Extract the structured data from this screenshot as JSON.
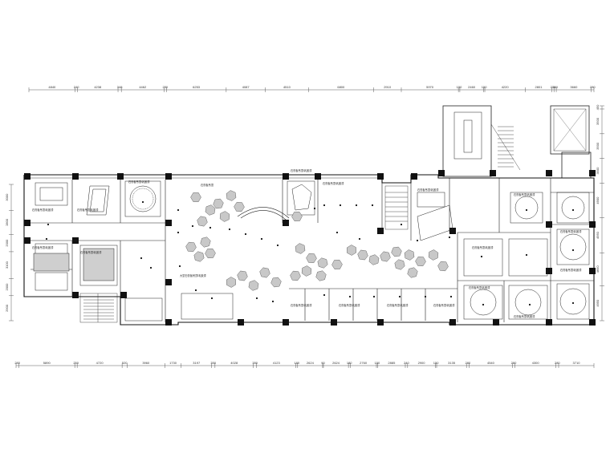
{
  "dimensions": {
    "top": [
      "4840",
      "240",
      "4238",
      "348",
      "4462",
      "250",
      "6253",
      "4087",
      "4510",
      "6800",
      "2910",
      "5970",
      "150",
      "2460",
      "150",
      "4220",
      "2801",
      "210",
      "240",
      "3660",
      "280"
    ],
    "bottom": [
      "280",
      "5890",
      "250",
      "4720",
      "520",
      "3960",
      "1730",
      "3197",
      "350",
      "4028",
      "350",
      "4123",
      "180",
      "2624",
      "90",
      "2624",
      "180",
      "2760",
      "150",
      "2885",
      "240",
      "2900",
      "150",
      "3135",
      "280",
      "4540",
      "280",
      "4300",
      "280",
      "3710"
    ],
    "left": [
      "3000",
      "2800",
      "2000",
      "3100",
      "2000",
      "2900"
    ],
    "right": [
      "450",
      "3500",
      "3500",
      "3500",
      "4900",
      "4950",
      "4650",
      "4950"
    ]
  },
  "room_labels": [
    "石膏板吊顶/乳胶漆",
    "石膏板吊顶/乳胶漆",
    "石膏板吊顶/乳胶漆",
    "石膏板吊顶/乳胶漆",
    "大堂石膏板吊顶/乳胶漆",
    "石膏板吊顶",
    "石膏板吊顶/乳胶漆",
    "石膏板吊顶/乳胶漆",
    "石膏板吊顶/乳胶漆",
    "石膏板吊顶/乳胶漆",
    "石膏板吊顶/乳胶漆",
    "石膏板吊顶/乳胶漆",
    "石膏板吊顶/乳胶漆",
    "石膏板吊顶/乳胶漆",
    "石膏板吊顶/乳胶漆",
    "石膏板吊顶/乳胶漆",
    "石膏板吊顶/乳胶漆",
    "石膏板吊顶/乳胶漆",
    "石膏板吊顶/乳胶漆",
    "石膏板吊顶/乳胶漆"
  ]
}
